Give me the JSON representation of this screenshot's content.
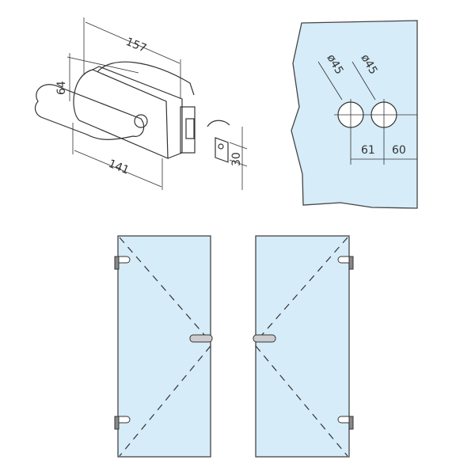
{
  "lock_drawing": {
    "dim_length": "157",
    "dim_height": "64",
    "dim_handle": "141",
    "dim_plate": "30"
  },
  "glass_cutout": {
    "hole1_diameter": "ø45",
    "hole2_diameter": "ø45",
    "dim_between": "61",
    "dim_edge": "60"
  },
  "colors": {
    "glass": "#d6ecf8",
    "line": "#333333"
  }
}
